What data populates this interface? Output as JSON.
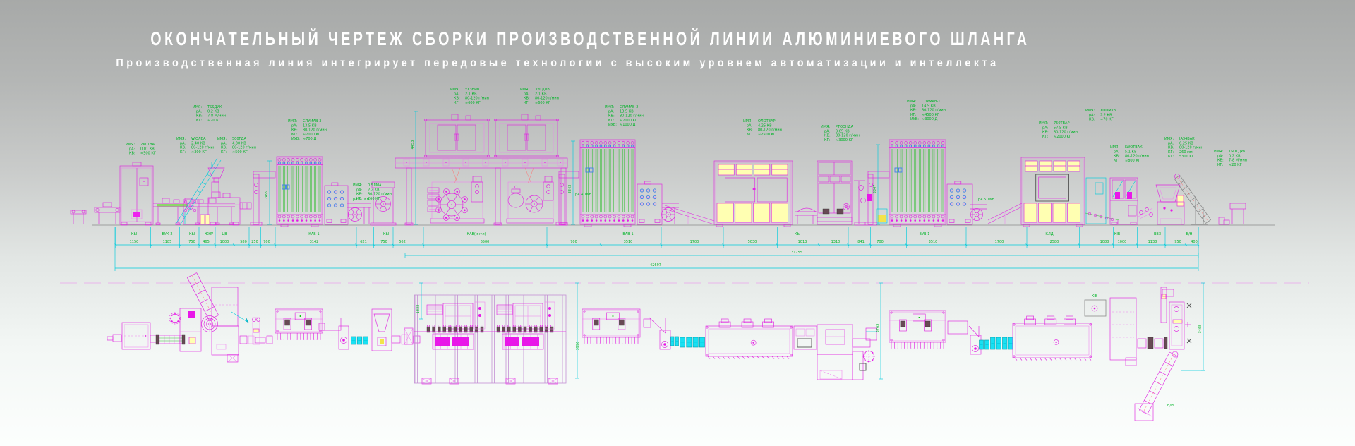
{
  "header": {
    "title": "ОКОНЧАТЕЛЬНЫЙ ЧЕРТЕЖ СБОРКИ ПРОИЗВОДСТВЕННОЙ ЛИНИИ АЛЮМИНИЕВОГО ШЛАНГА",
    "subtitle": "Производственная линия интегрирует передовые технологии с высоким уровнем автоматизации и интеллекта"
  },
  "colors": {
    "line_magenta": "#e026e0",
    "label_green": "#00b428",
    "dim_cyan": "#00cbdc",
    "panel_yellow": "#ffffb2",
    "dot_blue": "#3d7fe8"
  },
  "elevation": {
    "spec_labels": [
      {
        "machine": "feeder-cabinet",
        "lines": [
          "ИМЯ: 2ХСТВА",
          "рА: 0.01 КВ",
          "КВ: ≈500 КГ"
        ]
      },
      {
        "machine": "winder-a",
        "lines": [
          "ИМЯ: W.ОЛВА",
          "рА: 2.40 КВ",
          "КВ: 80-120 г/мин",
          "КГ: ≈300 КГ"
        ]
      },
      {
        "machine": "extruder-500",
        "lines": [
          "ИМЯ: 500ГДА",
          "рА: 4.30 КВ",
          "КВ: 80-120 г/мин",
          "КГ: ≈500 КГ"
        ]
      },
      {
        "machine": "elevator-ts",
        "lines": [
          "ИМЯ: ТSSДИК",
          "рА: 0.2 КВ",
          "КВ: 7-8 М/мин",
          "КГ: ≈20 КГ"
        ]
      },
      {
        "machine": "accumulator-3",
        "lines": [
          "ИМЯ: СЛУМАВ-3",
          "рА: 13.5 КВ",
          "КВ: 80-120 г/мин",
          "КГ: ≈7000 КГ",
          "ИУВ: ≈700 Д"
        ]
      },
      {
        "machine": "roller-05",
        "lines": [
          "ИМЯ: 0.5ЛМА",
          "рА: 2.2 КВ",
          "КВ: 80-120 г/мин",
          "КГ: 260 КГ"
        ]
      },
      {
        "machine": "printer-left",
        "lines": [
          "ИМЯ: УХЗВИВ",
          "рА: 2.1 КВ",
          "КВ: 80-120 г/мин",
          "КГ: ≈600 КГ"
        ]
      },
      {
        "machine": "printer-right",
        "lines": [
          "ИМЯ: ЗУСДИВ",
          "рА: 2.1 КВ",
          "КВ: 80-120 г/мин",
          "КГ: ≈600 КГ"
        ]
      },
      {
        "machine": "accumulator-2",
        "lines": [
          "ИМЯ: СЛУМАВ-2",
          "рА: 13.5 КВ",
          "КВ: 80-120 г/мин",
          "КГ: ≈7000 КГ",
          "ИУВ: ≈1000 Д"
        ]
      },
      {
        "machine": "oven-olot",
        "lines": [
          "ИМЯ: ОЛОТВАР",
          "рА: 4.25 КВ",
          "КВ: 80-120 г/мин",
          "КГ: ≈2500 КГ"
        ]
      },
      {
        "machine": "former-rt",
        "lines": [
          "ИМЯ: РТООНДА",
          "рА: 9.65 КВ",
          "КВ: 80-120 г/мин",
          "КГ: ≈3000 КГ"
        ]
      },
      {
        "machine": "accumulator-1",
        "lines": [
          "ИМЯ: СЛУМАВ-1",
          "рА: 14.5 КВ",
          "КВ: 80-120 г/мин",
          "КГ: ≈4500 КГ",
          "ИУВ: ≈3000 Д"
        ]
      },
      {
        "machine": "oven-750",
        "lines": [
          "ИМЯ: 750ТВАР",
          "рА: 57.5 КВ",
          "КВ: 80-120 г/мин",
          "КГ: ≈2000 КГ"
        ]
      },
      {
        "machine": "cooler-xoo",
        "lines": [
          "ИМЯ: ХООМУВ",
          "рА: 2.2 КВ",
          "КВ: ≈70 КГ"
        ]
      },
      {
        "machine": "tester-lw",
        "lines": [
          "ИМЯ: LWОТВАК",
          "рА: 5.1 КВ",
          "КВ: 80-120 г/мин",
          "КГ: ≈800 КГ"
        ]
      },
      {
        "machine": "collector-ja",
        "lines": [
          "ИМЯ: JАЗ4ВАК",
          "рА: 6.25 КВ",
          "КВ: 80-120 г/мин",
          "КГ: 260 мм",
          "КГ: 5300 КГ"
        ]
      },
      {
        "machine": "elevator-out",
        "lines": [
          "ИМЯ: ТSОТДУК",
          "рА: 0.2 КВ",
          "КВ: 7-8 М/мин",
          "КГ: ≈20 КГ"
        ]
      }
    ],
    "small_labels": [
      "рА 5.1КВ",
      "рА 4.1КВ",
      "рА 5.1КВ"
    ],
    "vertical_dims": [
      "2499",
      "4453",
      "3343",
      "3347"
    ],
    "dim_segments": [
      "1150",
      "1185",
      "750",
      "465",
      "1000",
      "580",
      "250",
      "700",
      "3142",
      "621",
      "750",
      "562",
      "6500",
      "700",
      "3510",
      "1700",
      "5030",
      "1013",
      "1310",
      "841",
      "700",
      "3510",
      "1700",
      "2580",
      "1088",
      "1000",
      "1138",
      "950",
      "400"
    ],
    "machine_codes": [
      "КЫ",
      "ВУК-2",
      "КЫ",
      "ЖНУ",
      "ЦВ",
      "КАВ-1",
      "КЫ",
      "КАВ(интл)",
      "ВАВ-1",
      "КЫ",
      "ВУВ-1",
      "КЛД",
      "КІВ",
      "ВВЗ",
      "В/Н"
    ],
    "overall_dims": [
      "31255",
      "42697"
    ]
  },
  "plan": {
    "vertical_dims": [
      "1833",
      "3996",
      "3763",
      "3468"
    ],
    "box_label": "КІВ",
    "end_label": "В/Н"
  }
}
